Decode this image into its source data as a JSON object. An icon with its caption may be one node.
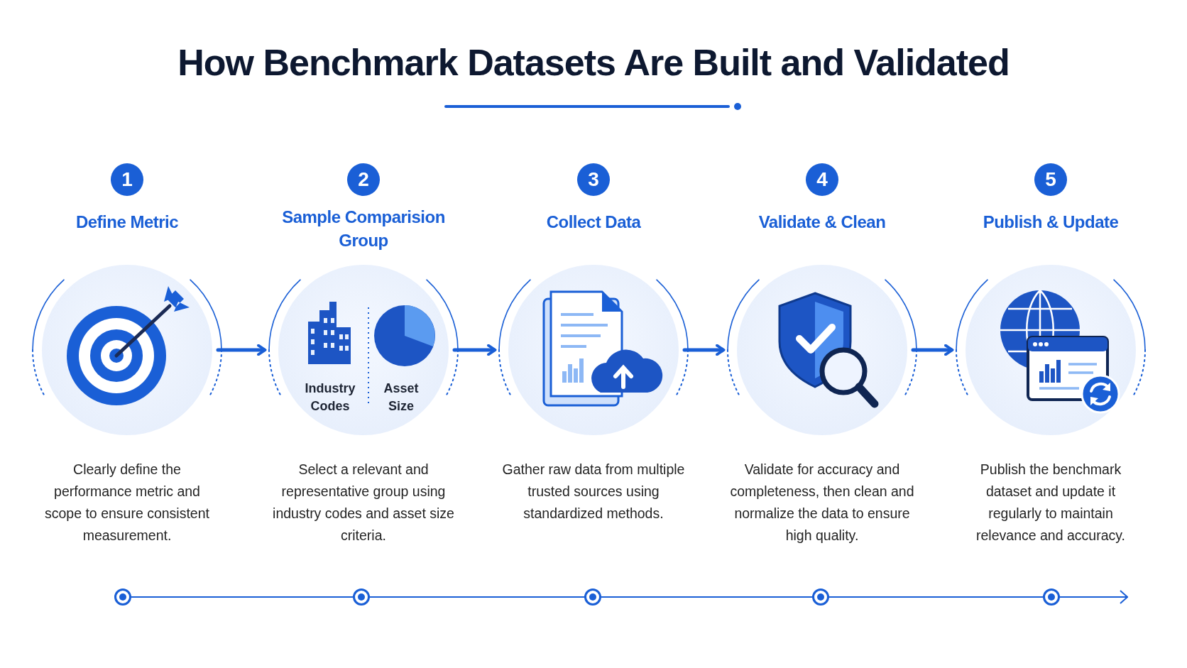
{
  "diagram": {
    "title": "How Benchmark Datasets Are Built and Validated",
    "nodes": [
      {
        "text": [
          "Define Metric",
          "Clearly define the performance metric and scope to ensure consistent measurement."
        ],
        "beside": [
          "1"
        ]
      },
      {
        "text": [
          "Sample Comparision Group",
          "Industry Codes",
          "Asset Size",
          "Select a relevant and representative group using industry codes and asset size criteria."
        ],
        "beside": [
          "2"
        ]
      },
      {
        "text": [
          "Collect Data",
          "Gather raw data from multiple trusted sources using standardized methods."
        ],
        "beside": [
          "3"
        ]
      },
      {
        "text": [
          "Validate & Clean",
          "Validate for accuracy and completeness, then clean and normalize the data to ensure high quality."
        ],
        "beside": [
          "4"
        ]
      },
      {
        "text": [
          "Publish & Update",
          "Publish the benchmark dataset and update it regularly to maintain relevance and accuracy."
        ],
        "beside": [
          "5"
        ]
      },
      {
        "text": [],
        "shape": "circle"
      },
      {
        "text": [],
        "shape": "circle"
      },
      {
        "text": [],
        "shape": "circle"
      },
      {
        "text": [],
        "shape": "circle"
      },
      {
        "text": [],
        "shape": "circle"
      }
    ],
    "edges": [
      {
        "from": 0,
        "to": 1,
        "arrow": "to",
        "style": "thick"
      },
      {
        "from": 1,
        "to": 2,
        "arrow": "to",
        "style": "thick"
      },
      {
        "from": 2,
        "to": 3,
        "arrow": "to",
        "style": "thick"
      },
      {
        "from": 3,
        "to": 4,
        "arrow": "to",
        "style": "thick"
      },
      {
        "from": 5,
        "to": 6,
        "arrow": "none"
      },
      {
        "from": 6,
        "to": 7,
        "arrow": "none"
      },
      {
        "from": 7,
        "to": 8,
        "arrow": "none"
      },
      {
        "from": 8,
        "to": 9,
        "arrow": "none"
      },
      {
        "from": 9,
        "to": null,
        "arrow": "to"
      }
    ]
  }
}
